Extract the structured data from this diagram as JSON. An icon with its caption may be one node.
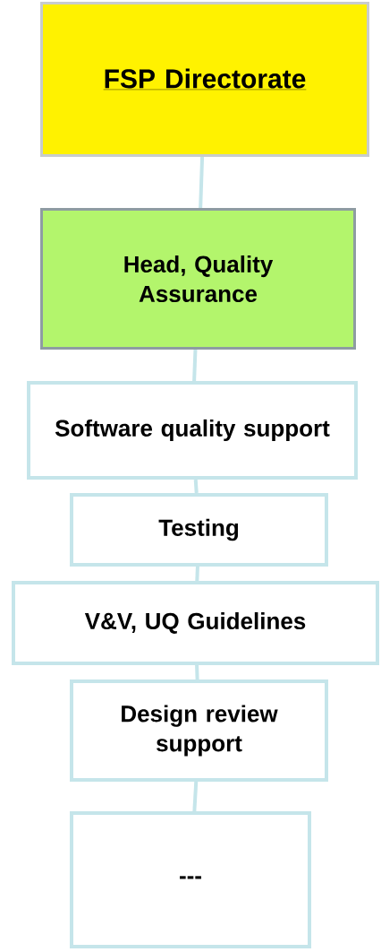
{
  "diagram": {
    "nodes": [
      {
        "text": [
          "FSP Directorate"
        ]
      },
      {
        "text": [
          "Head, Quality Assurance"
        ]
      },
      {
        "text": [
          "Software quality support"
        ]
      },
      {
        "text": [
          "Testing"
        ]
      },
      {
        "text": [
          "V&V, UQ Guidelines"
        ]
      },
      {
        "text": [
          "Design review support"
        ]
      },
      {
        "text": [
          "---"
        ]
      }
    ],
    "edges": [
      {
        "from": 0,
        "to": 1,
        "arrow": "none"
      },
      {
        "from": 1,
        "to": 2,
        "arrow": "none"
      },
      {
        "from": 2,
        "to": 3,
        "arrow": "none"
      },
      {
        "from": 3,
        "to": 4,
        "arrow": "none"
      },
      {
        "from": 4,
        "to": 5,
        "arrow": "none"
      },
      {
        "from": 5,
        "to": 6,
        "arrow": "none"
      }
    ]
  }
}
